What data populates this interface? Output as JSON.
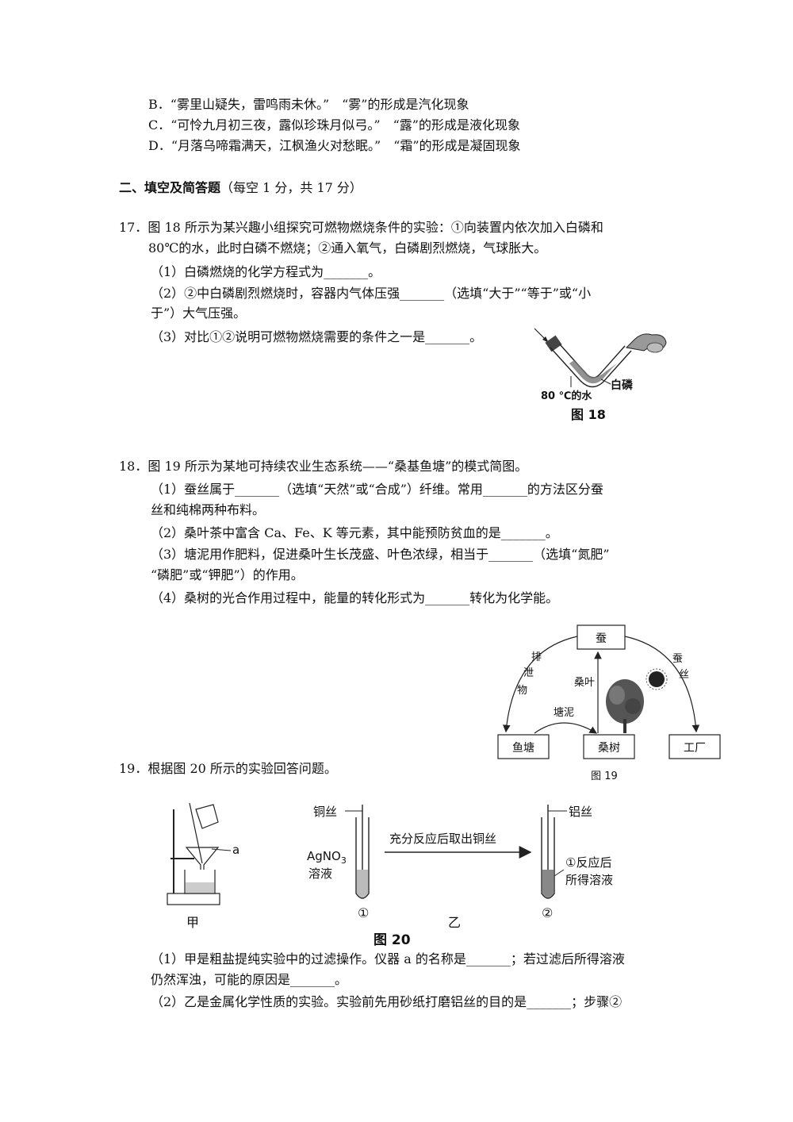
{
  "options": [
    "B．“雾里山疑失，雷鸣雨未休。”　“雾”的形成是汽化现象",
    "C．“可怜九月初三夜，露似珍珠月似弓。”　“露”的形成是液化现象",
    "D．“月落乌啼霜满天，江枫渔火对愁眠。”　“霜”的形成是凝固现象"
  ],
  "section2": {
    "title": "二、填空及简答题",
    "note": "（每空 1 分，共 17 分）"
  },
  "q17": {
    "stem": [
      "17．图 18 所示为某兴趣小组探究可燃物燃烧条件的实验：①向装置内依次加入白磷和",
      "80℃的水，此时白磷不燃烧；②通入氧气，白磷剧烈燃烧，气球胀大。"
    ],
    "parts": [
      "（1）白磷燃烧的化学方程式为_______。",
      "（2）②中白磷剧烈燃烧时，容器内气体压强_______（选填“大于”“等于”或“小",
      "于”）大气压强。",
      "（3）对比①②说明可燃物燃烧需要的条件之一是_______。"
    ],
    "figure": {
      "label_water": "80 ℃的水",
      "label_phosphorus": "白磷",
      "caption": "图 18"
    }
  },
  "q18": {
    "stem": "18．图 19 所示为某地可持续农业生态系统——“桑基鱼塘”的模式简图。",
    "parts": [
      "（1）蚕丝属于_______（选填“天然”或“合成”）纤维。常用_______的方法区分蚕",
      "丝和纯棉两种布料。",
      "（2）桑叶茶中富含 Ca、Fe、K 等元素，其中能预防贫血的是_______。",
      "（3）塘泥用作肥料，促进桑叶生长茂盛、叶色浓绿，相当于_______（选填“氮肥”",
      "“磷肥”或“钾肥”）的作用。",
      "（4）桑树的光合作用过程中，能量的转化形式为_______转化为化学能。"
    ],
    "figure": {
      "silkworm": "蚕",
      "fishpond": "鱼塘",
      "mulberry": "桑树",
      "factory": "工厂",
      "excretion": [
        "排",
        "泄",
        "物"
      ],
      "leaves": "桑叶",
      "mud": "塘泥",
      "silk": [
        "蚕",
        "丝"
      ],
      "caption": "图 19"
    }
  },
  "q19": {
    "stem": "19．根据图 20 所示的实验回答问题。",
    "figure": {
      "label_a": "a",
      "label_jia": "甲",
      "label_yi": "乙",
      "copper_wire": "铜丝",
      "agno3": "AgNO",
      "agno3_sub": "3",
      "solution": "溶液",
      "arrow_text": "充分反应后取出铜丝",
      "aluminum_wire": "铝丝",
      "result_line1": "①反应后",
      "result_line2": "所得溶液",
      "tube1": "①",
      "tube2": "②",
      "caption": "图 20"
    },
    "parts": [
      "（1）甲是粗盐提纯实验中的过滤操作。仪器 a 的名称是_______；若过滤后所得溶液",
      "仍然浑浊，可能的原因是_______。",
      "（2）乙是金属化学性质的实验。实验前先用砂纸打磨铝丝的目的是_______；步骤②"
    ]
  }
}
